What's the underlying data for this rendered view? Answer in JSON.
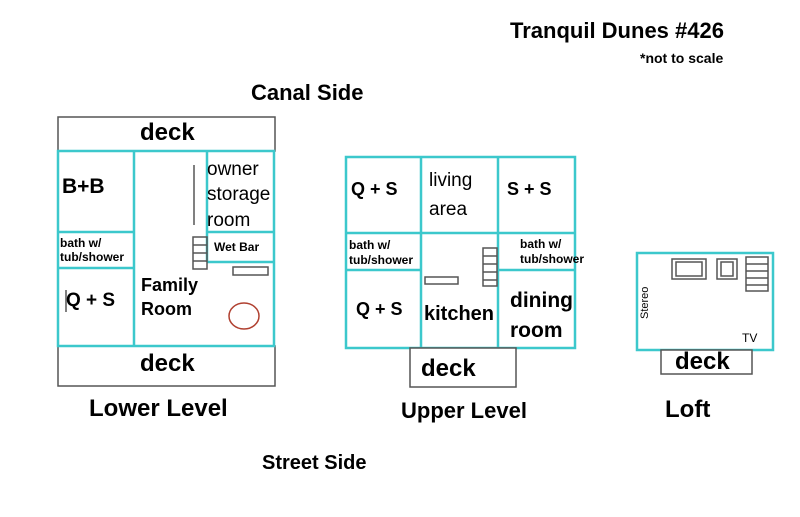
{
  "header": {
    "title": "Tranquil Dunes  #426",
    "note": "*not to scale"
  },
  "sides": {
    "top": "Canal Side",
    "bottom": "Street Side"
  },
  "lower_level": {
    "name": "Lower Level",
    "deck_top": "deck",
    "deck_bottom": "deck",
    "bb": "B+B",
    "owner_storage": [
      "owner",
      "storage",
      "room"
    ],
    "wet_bar": "Wet Bar",
    "bath": [
      "bath w/",
      "tub/shower"
    ],
    "qs": "Q + S",
    "family_room": [
      "Family",
      "Room"
    ]
  },
  "upper_level": {
    "name": "Upper Level",
    "qs_top": "Q + S",
    "living": [
      "living",
      "area"
    ],
    "ss": "S + S",
    "bath_left": [
      "bath w/",
      "tub/shower"
    ],
    "bath_right": [
      "bath w/",
      "tub/shower"
    ],
    "qs_bottom": "Q + S",
    "kitchen": "kitchen",
    "dining": [
      "dining",
      "room"
    ],
    "deck": "deck"
  },
  "loft": {
    "name": "Loft",
    "stereo": "Stereo",
    "tv": "TV",
    "deck": "deck"
  },
  "colors": {
    "wall": "#3cc8cc",
    "wall_dark": "#444444",
    "deck_border": "#555555"
  }
}
